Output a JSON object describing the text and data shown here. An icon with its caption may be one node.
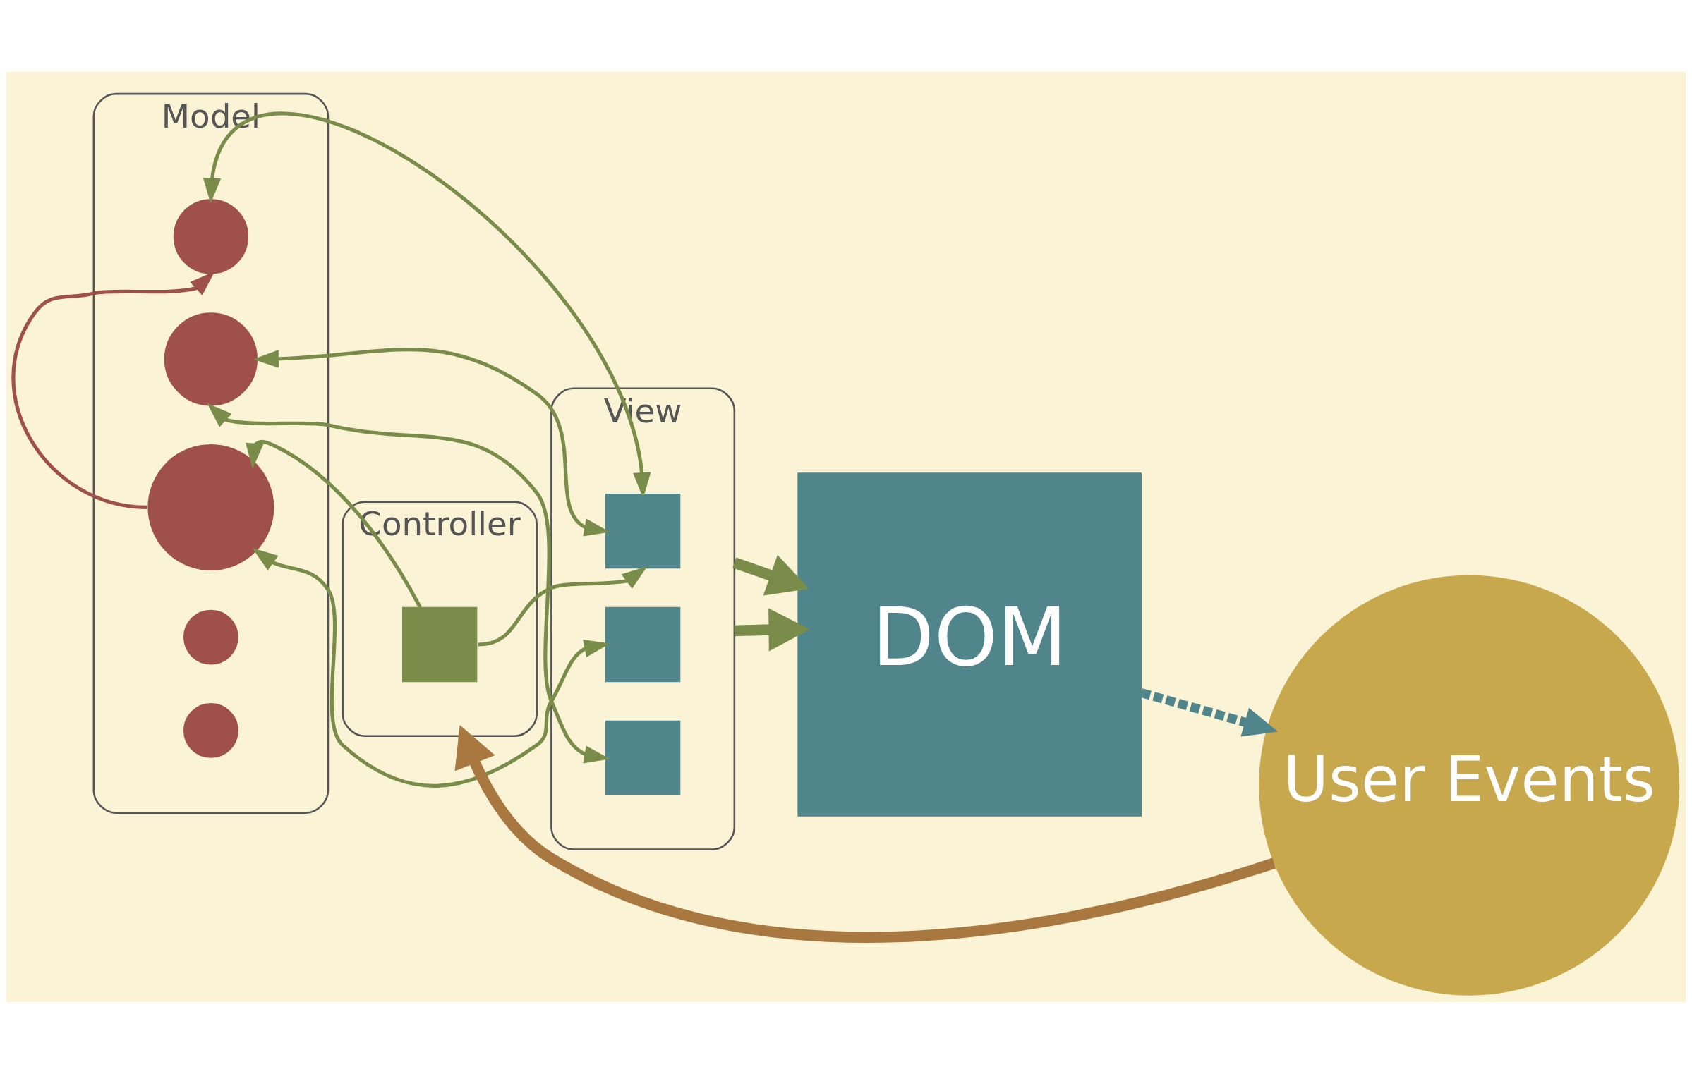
{
  "diagram": {
    "nodes": [
      {
        "text": [
          "Model"
        ]
      },
      {
        "text": [
          "Controller"
        ]
      },
      {
        "text": [
          "View"
        ]
      },
      {
        "text": [
          "DOM"
        ]
      },
      {
        "text": [
          "User Events"
        ]
      },
      {
        "text": [],
        "shape": "circle",
        "in": 0
      },
      {
        "text": [],
        "shape": "circle",
        "in": 0
      },
      {
        "text": [],
        "shape": "circle",
        "in": 0
      },
      {
        "text": [],
        "shape": "circle",
        "in": 0
      },
      {
        "text": [],
        "shape": "circle",
        "in": 0
      },
      {
        "text": [],
        "shape": "box",
        "in": 1
      },
      {
        "text": [],
        "shape": "box",
        "in": 2
      },
      {
        "text": [],
        "shape": "box",
        "in": 2
      },
      {
        "text": [],
        "shape": "box",
        "in": 2
      }
    ],
    "edges": [
      {
        "from": 5,
        "to": 11,
        "arrow": "both"
      },
      {
        "from": 6,
        "to": 11,
        "arrow": "both"
      },
      {
        "from": 10,
        "to": 7,
        "arrow": "to"
      },
      {
        "from": 10,
        "to": 11,
        "arrow": "to"
      },
      {
        "from": 7,
        "to": 12,
        "arrow": "both"
      },
      {
        "from": 6,
        "to": 13,
        "arrow": "both"
      },
      {
        "from": 7,
        "to": 5,
        "arrow": "to",
        "color": "#a0504a"
      },
      {
        "from": 2,
        "to": 3,
        "arrow": "to",
        "style": "thick"
      },
      {
        "from": 2,
        "to": 3,
        "arrow": "to",
        "style": "thick"
      },
      {
        "from": 3,
        "to": 4,
        "arrow": "to",
        "style": "dashed",
        "color": "#4f858b"
      },
      {
        "from": 4,
        "to": 1,
        "arrow": "to",
        "style": "thick",
        "color": "#a87840"
      }
    ]
  }
}
